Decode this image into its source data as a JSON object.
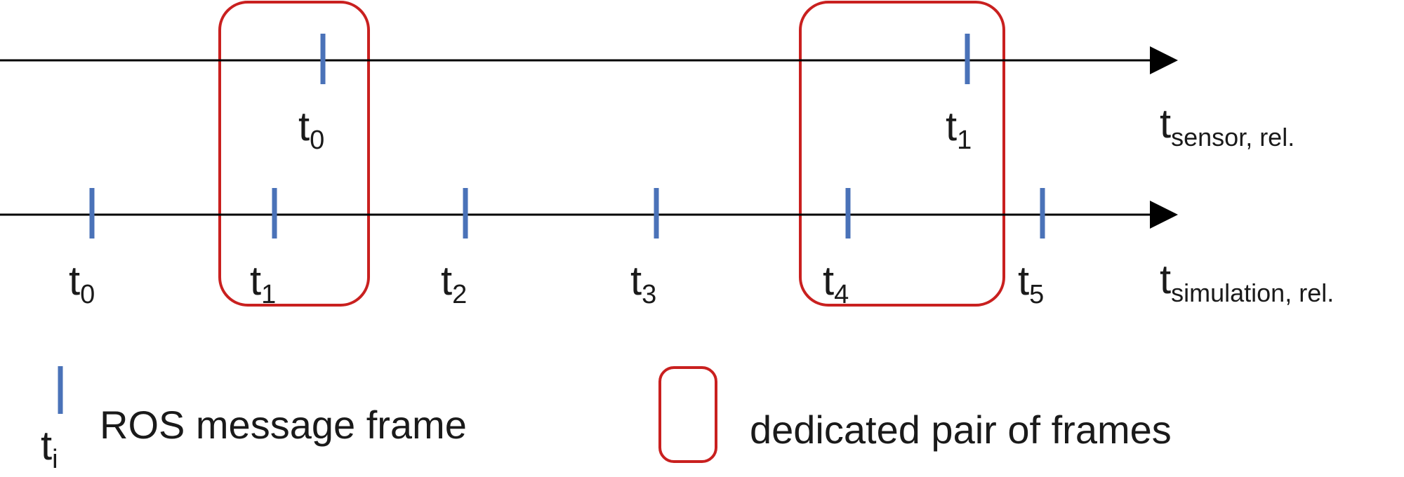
{
  "colors": {
    "timeline": "#000000",
    "tick": "#4a72b8",
    "pair_box": "#c9201f",
    "text": "#1a1a1a"
  },
  "timelines": {
    "sensor": {
      "axis_label_main": "t",
      "axis_label_sub": "sensor, rel.",
      "frames": [
        {
          "base": "t",
          "sub": "0"
        },
        {
          "base": "t",
          "sub": "1"
        }
      ]
    },
    "simulation": {
      "axis_label_main": "t",
      "axis_label_sub": "simulation, rel.",
      "frames": [
        {
          "base": "t",
          "sub": "0"
        },
        {
          "base": "t",
          "sub": "1"
        },
        {
          "base": "t",
          "sub": "2"
        },
        {
          "base": "t",
          "sub": "3"
        },
        {
          "base": "t",
          "sub": "4"
        },
        {
          "base": "t",
          "sub": "5"
        }
      ]
    }
  },
  "pairs": [
    {
      "sensor_frame": "t0",
      "simulation_frame": "t1"
    },
    {
      "sensor_frame": "t1",
      "simulation_frame": "t4"
    }
  ],
  "legend": {
    "frame_symbol_base": "t",
    "frame_symbol_sub": "i",
    "frame_label": "ROS message frame",
    "pair_label": "dedicated pair of frames"
  }
}
